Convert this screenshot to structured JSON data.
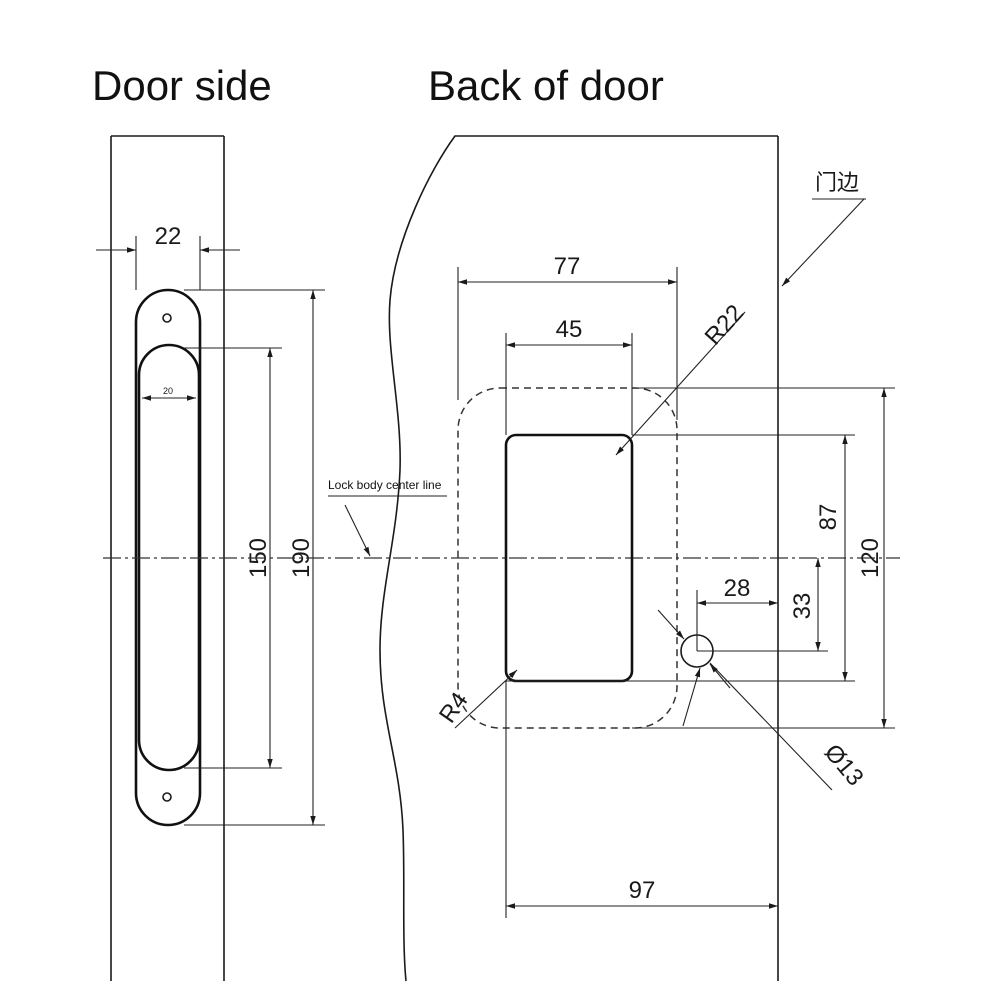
{
  "titles": {
    "door_side": "Door side",
    "back_of_door": "Back of door"
  },
  "dimensions": {
    "faceplate_width": "22",
    "inner_width": "20",
    "inner_length": "150",
    "faceplate_length": "190",
    "cutout_outer_width": "77",
    "cutout_inner_width": "45",
    "corner_radius_large": "R22",
    "corner_radius_small": "R4",
    "cutout_height_inner": "87",
    "cutout_height_outer": "120",
    "hole_offset_x": "28",
    "hole_offset_y": "33",
    "hole_diameter": "Ø13",
    "edge_to_cutout": "97"
  },
  "annotations": {
    "center_line": "Lock body center line",
    "door_edge": "门边"
  }
}
